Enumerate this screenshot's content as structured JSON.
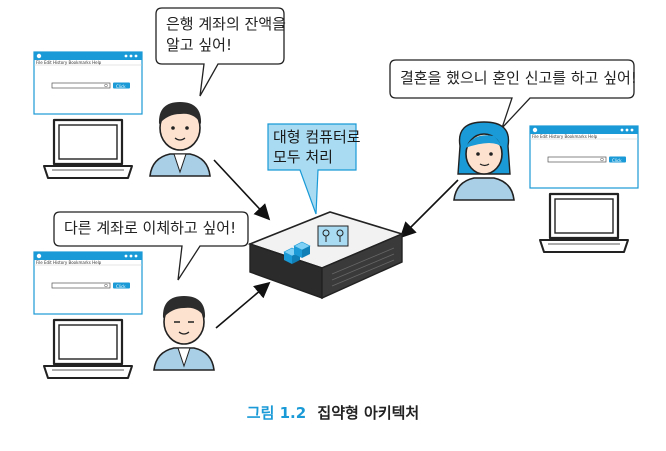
{
  "bubbles": {
    "bank_user": {
      "line1": "은행 계좌의 잔액을",
      "line2": "알고 싶어!"
    },
    "transfer_user": {
      "text": "다른 계좌로 이체하고 싶어!"
    },
    "marriage_user": {
      "text": "결혼을 했으니 혼인 신고를 하고 싶어!"
    }
  },
  "server_callout": {
    "line1": "대형 컴퓨터로",
    "line2": "모두 처리"
  },
  "browser": {
    "menu_text": "File  Edit  History  Bookmarks  Help",
    "search_button": "Click"
  },
  "caption": {
    "figure": "그림 1.2",
    "title": "집약형 아키텍처"
  },
  "colors": {
    "accent": "#1a9ad6",
    "callout_fill": "#a9dcf3",
    "browser_frame": "#2b2b2b"
  }
}
